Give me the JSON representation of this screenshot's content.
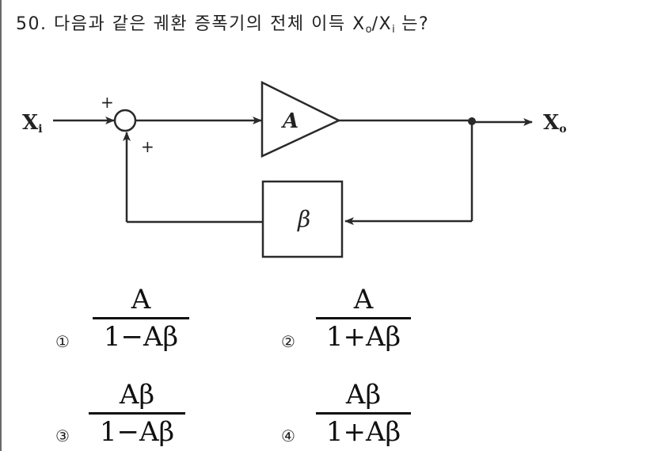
{
  "question": {
    "number": "50.",
    "text": "다음과 같은 궤환 증폭기의 전체 이득",
    "gain_X": "X",
    "gain_out_sub": "o",
    "gain_slash": "/X",
    "gain_in_sub": "i",
    "suffix": "는?"
  },
  "diagram": {
    "input_label": "X",
    "input_sub": "i",
    "output_label": "X",
    "output_sub": "o",
    "plus_top": "+",
    "plus_bottom": "+",
    "amplifier_label": "A",
    "feedback_label": "β"
  },
  "choices": [
    {
      "marker": "①",
      "numerator": "A",
      "denominator": "1−Aβ"
    },
    {
      "marker": "②",
      "numerator": "A",
      "denominator": "1+Aβ"
    },
    {
      "marker": "③",
      "numerator": "Aβ",
      "denominator": "1−Aβ"
    },
    {
      "marker": "④",
      "numerator": "Aβ",
      "denominator": "1+Aβ"
    }
  ]
}
